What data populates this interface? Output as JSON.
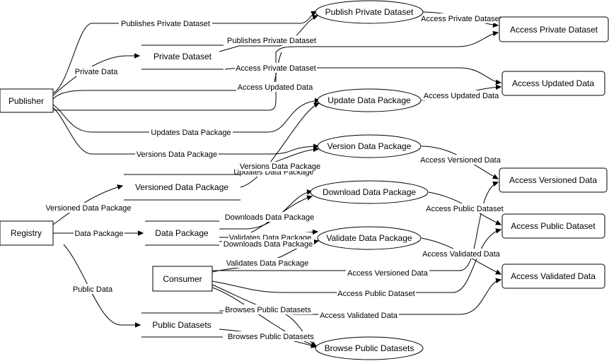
{
  "nodes": {
    "publisher": "Publisher",
    "registry": "Registry",
    "consumer": "Consumer",
    "private_dataset": "Private Dataset",
    "versioned_data_package": "Versioned Data Package",
    "data_package": "Data Package",
    "public_datasets": "Public Datasets",
    "publish_private_dataset": "Publish Private Dataset",
    "update_data_package": "Update Data Package",
    "version_data_package": "Version Data Package",
    "download_data_package": "Download Data Package",
    "validate_data_package": "Validate Data Package",
    "browse_public_datasets": "Browse Public Datasets",
    "access_private_dataset": "Access Private Dataset",
    "access_updated_data": "Access Updated Data",
    "access_versioned_data": "Access Versioned Data",
    "access_public_dataset": "Access Public Dataset",
    "access_validated_data": "Access Validated Data"
  },
  "edges": {
    "pub_publishes_private": "Publishes Private Dataset",
    "pub_private_data": "Private Data",
    "ds_publishes_private": "Publishes Private Dataset",
    "ds_access_private": "Access Private Dataset",
    "pub_access_updated": "Access Updated Data",
    "pub_updates_package": "Updates Data Package",
    "pub_versions_package": "Versions Data Package",
    "ppd_access_private": "Access Private Dataset",
    "udp_access_updated": "Access Updated Data",
    "vdp_access_versioned": "Access Versioned Data",
    "ver_updates_package": "Updates Data Package",
    "ver_versions_package": "Versions Data Package",
    "reg_versioned_package": "Versioned Data Package",
    "reg_data_package": "Data Package",
    "reg_public_data": "Public Data",
    "dp_downloads_package": "Downloads Data Package",
    "dp_validates_package": "Validates Data Package",
    "dp_downloads_package_2": "Downloads Data Package",
    "dlp_access_public": "Access Public Dataset",
    "valp_access_validated": "Access Validated Data",
    "con_validates_package": "Validates Data Package",
    "con_access_versioned": "Access Versioned Data",
    "con_access_public": "Access Public Dataset",
    "con_access_validated": "Access Validated Data",
    "pds_browses_public": "Browses Public Datasets",
    "pds_browses_public_2": "Browses Public Datasets"
  }
}
